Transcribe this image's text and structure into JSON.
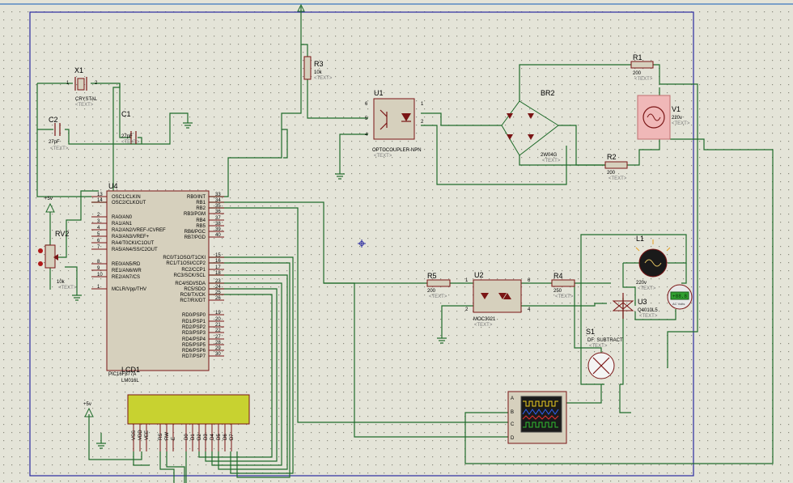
{
  "colors": {
    "background": "#e4e4d8",
    "wire": "#1f6b2a",
    "component": "#7a1515",
    "frame": "#2a2aa0",
    "lcd_screen": "#c8d230",
    "source_fill": "#f0b8b8"
  },
  "placeholder_text": "<TEXT>",
  "components": {
    "x1": {
      "ref": "X1",
      "value": "CRYSTAL"
    },
    "c1": {
      "ref": "C1",
      "value": "27pF"
    },
    "c2": {
      "ref": "C2",
      "value": "27pF"
    },
    "rv2": {
      "ref": "RV2",
      "value": "10k"
    },
    "r3": {
      "ref": "R3",
      "value": "10k"
    },
    "u1": {
      "ref": "U1",
      "value": "OPTOCOUPLER-NPN"
    },
    "br2": {
      "ref": "BR2",
      "value": "2W04G"
    },
    "r1": {
      "ref": "R1",
      "value": "200"
    },
    "r2": {
      "ref": "R2",
      "value": "200"
    },
    "v1": {
      "ref": "V1",
      "value": "220v"
    },
    "u4": {
      "ref": "U4",
      "part": "PIC16F877A"
    },
    "lcd": {
      "ref": "LCD1",
      "value": "LM016L"
    },
    "r5": {
      "ref": "R5",
      "value": "200"
    },
    "u2": {
      "ref": "U2",
      "value": "MOC3021"
    },
    "r4": {
      "ref": "R4",
      "value": "250"
    },
    "l1": {
      "ref": "L1",
      "value": "220v"
    },
    "u3": {
      "ref": "U3",
      "value": "Q4010L5"
    },
    "meter": {
      "value": "+88.8",
      "unit": "AC Volts"
    },
    "s1": {
      "ref": "S1",
      "value": "DF: SUBTRACT"
    },
    "scope": {
      "channels": [
        "A",
        "B",
        "C",
        "D"
      ]
    }
  },
  "power_labels": {
    "vcc_rv2": "+5v",
    "vcc_lcd": "+5v"
  },
  "u4_left_pins": [
    {
      "num": "13",
      "name": "OSC1/CLKIN"
    },
    {
      "num": "14",
      "name": "OSC2/CLKOUT"
    },
    {
      "num": "2",
      "name": "RA0/AN0"
    },
    {
      "num": "3",
      "name": "RA1/AN1"
    },
    {
      "num": "4",
      "name": "RA2/AN2/VREF-/CVREF"
    },
    {
      "num": "5",
      "name": "RA3/AN3/VREF+"
    },
    {
      "num": "6",
      "name": "RA4/T0CKI/C1OUT"
    },
    {
      "num": "7",
      "name": "RA5/AN4/SS/C2OUT"
    },
    {
      "num": "8",
      "name": "RE0/AN5/RD"
    },
    {
      "num": "9",
      "name": "RE1/AN6/WR"
    },
    {
      "num": "10",
      "name": "RE2/AN7/CS"
    },
    {
      "num": "1",
      "name": "MCLR/Vpp/THV"
    }
  ],
  "u4_right_pins": [
    {
      "num": "33",
      "name": "RB0/INT"
    },
    {
      "num": "34",
      "name": "RB1"
    },
    {
      "num": "35",
      "name": "RB2"
    },
    {
      "num": "36",
      "name": "RB3/PGM"
    },
    {
      "num": "37",
      "name": "RB4"
    },
    {
      "num": "38",
      "name": "RB5"
    },
    {
      "num": "39",
      "name": "RB6/PGC"
    },
    {
      "num": "40",
      "name": "RB7/PGD"
    },
    {
      "num": "15",
      "name": "RC0/T1OSO/T1CKI"
    },
    {
      "num": "16",
      "name": "RC1/T1OSI/CCP2"
    },
    {
      "num": "17",
      "name": "RC2/CCP1"
    },
    {
      "num": "18",
      "name": "RC3/SCK/SCL"
    },
    {
      "num": "23",
      "name": "RC4/SDI/SDA"
    },
    {
      "num": "24",
      "name": "RC5/SDO"
    },
    {
      "num": "25",
      "name": "RC6/TX/CK"
    },
    {
      "num": "26",
      "name": "RC7/RX/DT"
    },
    {
      "num": "19",
      "name": "RD0/PSP0"
    },
    {
      "num": "20",
      "name": "RD1/PSP1"
    },
    {
      "num": "21",
      "name": "RD2/PSP2"
    },
    {
      "num": "22",
      "name": "RD3/PSP3"
    },
    {
      "num": "27",
      "name": "RD4/PSP4"
    },
    {
      "num": "28",
      "name": "RD5/PSP5"
    },
    {
      "num": "29",
      "name": "RD6/PSP6"
    },
    {
      "num": "30",
      "name": "RD7/PSP7"
    }
  ],
  "lcd_pins": [
    "VSS",
    "VDD",
    "VEE",
    "RS",
    "RW",
    "E",
    "D0",
    "D1",
    "D2",
    "D3",
    "D4",
    "D5",
    "D6",
    "D7"
  ],
  "pin_numbers": {
    "x1": [
      "1",
      "2"
    ],
    "u1": [
      "6",
      "4",
      "5",
      "1",
      "2"
    ],
    "u2": [
      "1",
      "2",
      "6",
      "4"
    ]
  }
}
